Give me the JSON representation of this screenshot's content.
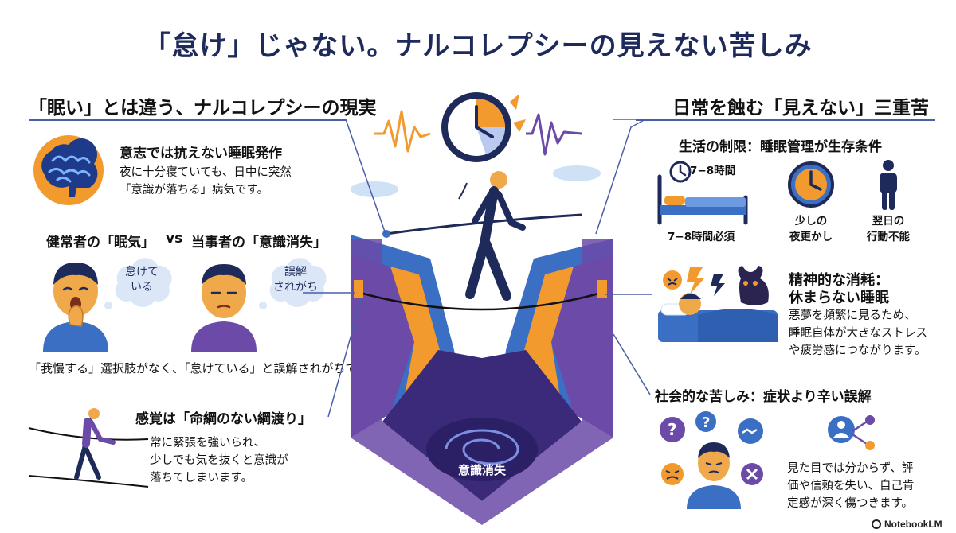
{
  "title": "「怠け」じゃない。ナルコレプシーの見えない苦しみ",
  "left": {
    "header": "「眠い」とは違う、ナルコレプシーの現実",
    "attack": {
      "heading": "意志では抗えない睡眠発作",
      "line1": "夜に十分寝ていても、日中に突然",
      "line2": "「意識が落ちる」病気です。"
    },
    "compare": {
      "heading_a": "健常者の「眠気」",
      "vs": "vs",
      "heading_b": "当事者の「意識消失」",
      "bubble_a_1": "怠けて",
      "bubble_a_2": "いる",
      "bubble_b_1": "誤解",
      "bubble_b_2": "されがち",
      "caption": "「我慢する」選択肢がなく、「怠けている」と誤解されがちです。"
    },
    "tightrope": {
      "heading": "感覚は「命綱のない綱渡り」",
      "line1": "常に緊張を強いられ、",
      "line2": "少しでも気を抜くと意識が",
      "line3": "落ちてしまいます。"
    }
  },
  "center": {
    "abyss_label": "意識消失"
  },
  "right": {
    "header": "日常を蝕む「見えない」三重苦",
    "life": {
      "heading": "生活の制限：睡眠管理が生存条件",
      "clock_label": "7−8時間",
      "bed_caption": "7−8時間必須",
      "late_1": "少しの",
      "late_2": "夜更かし",
      "next_1": "翌日の",
      "next_2": "行動不能"
    },
    "mental": {
      "heading_1": "精神的な消耗：",
      "heading_2": "休まらない睡眠",
      "line1": "悪夢を頻繁に見るため、",
      "line2": "睡眠自体が大きなストレス",
      "line3": "や疲労感につながります。"
    },
    "social": {
      "heading": "社会的な苦しみ：症状より辛い誤解",
      "line1": "見た目では分からず、評",
      "line2": "価や信頼を失い、自己肯",
      "line3": "定感が深く傷つきます。"
    }
  },
  "brand": "NotebookLM",
  "colors": {
    "navy": "#1e2a5a",
    "blue": "#3a6fc4",
    "orange": "#f29a2e",
    "purple": "#6b4aa8",
    "line": "#4a5ea8"
  }
}
